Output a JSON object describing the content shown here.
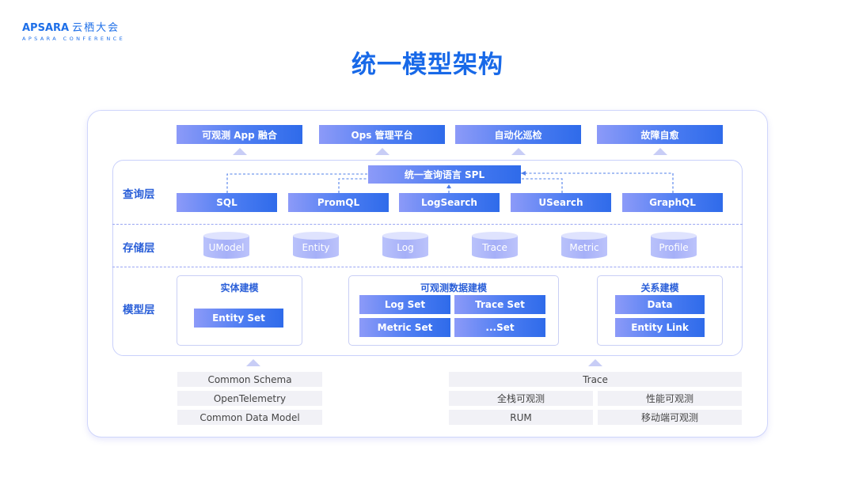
{
  "logo": {
    "brand": "APSARA",
    "brand_cn": "云栖大会",
    "subtitle": "APSARA CONFERENCE"
  },
  "title": "统一模型架构",
  "top_apps": [
    "可观测 App 融合",
    "Ops 管理平台",
    "自动化巡检",
    "故障自愈"
  ],
  "query_layer": {
    "label": "查询层",
    "spl": "统一查询语言 SPL",
    "engines": [
      "SQL",
      "PromQL",
      "LogSearch",
      "USearch",
      "GraphQL"
    ]
  },
  "storage_layer": {
    "label": "存储层",
    "stores": [
      "UModel",
      "Entity",
      "Log",
      "Trace",
      "Metric",
      "Profile"
    ]
  },
  "model_layer": {
    "label": "模型层",
    "entity": {
      "title": "实体建模",
      "items": [
        "Entity Set"
      ]
    },
    "observability": {
      "title": "可观测数据建模",
      "items": [
        "Log Set",
        "Trace Set",
        "Metric Set",
        "...Set"
      ]
    },
    "relation": {
      "title": "关系建模",
      "items": [
        "Data",
        "Entity Link"
      ]
    }
  },
  "foundations": {
    "left": [
      "Common Schema",
      "OpenTelemetry",
      "Common Data Model"
    ],
    "right_header": "Trace",
    "right": [
      "全栈可观测",
      "性能可观测",
      "RUM",
      "移动端可观测"
    ]
  },
  "colors": {
    "accent": "#2f6bea",
    "border": "#c9d0fb",
    "label": "#2a5fd8"
  }
}
